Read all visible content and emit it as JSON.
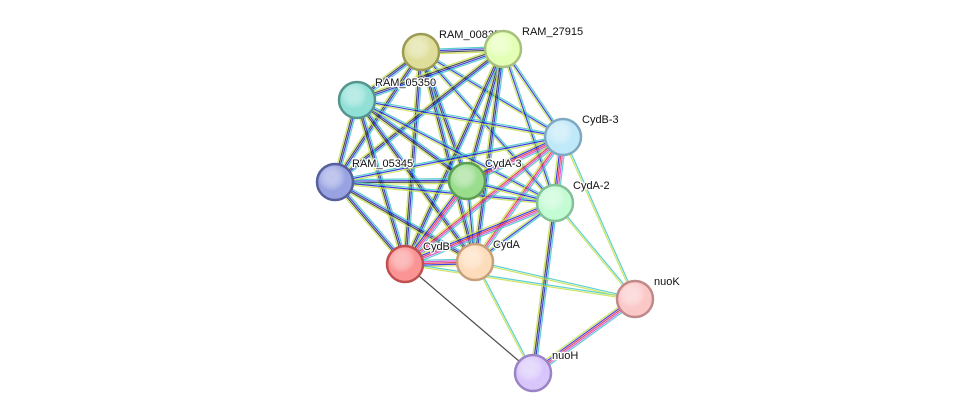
{
  "network": {
    "nodes": [
      {
        "id": "RAM_00835",
        "label": "RAM_00835",
        "fill": "#dedd99",
        "stroke": "#9c9b55"
      },
      {
        "id": "RAM_27915",
        "label": "RAM_27915",
        "fill": "#e3ffb5",
        "stroke": "#a7c07c"
      },
      {
        "id": "RAM_05350",
        "label": "RAM_05350",
        "fill": "#90e0d6",
        "stroke": "#55958d"
      },
      {
        "id": "CydB-3",
        "label": "CydB-3",
        "fill": "#bfe8f8",
        "stroke": "#7fa9c2"
      },
      {
        "id": "RAM_05345",
        "label": "RAM_05345",
        "fill": "#99a3e2",
        "stroke": "#55609c"
      },
      {
        "id": "CydA-3",
        "label": "CydA-3",
        "fill": "#99dd8d",
        "stroke": "#5c9e52"
      },
      {
        "id": "CydA-2",
        "label": "CydA-2",
        "fill": "#c3fbd3",
        "stroke": "#84c095"
      },
      {
        "id": "CydB",
        "label": "CydB",
        "fill": "#fb9494",
        "stroke": "#c04f4f"
      },
      {
        "id": "CydA",
        "label": "CydA",
        "fill": "#fddcbb",
        "stroke": "#c7a07a"
      },
      {
        "id": "nuoK",
        "label": "nuoK",
        "fill": "#fbc8c8",
        "stroke": "#c08989"
      },
      {
        "id": "nuoH",
        "label": "nuoH",
        "fill": "#d8c6fb",
        "stroke": "#9a84c6"
      }
    ],
    "edges": [
      {
        "source": "RAM_00835",
        "target": "RAM_27915",
        "evidence": [
          "#3fc7c7",
          "#1f1fd6",
          "#2f2f2f",
          "#c6e04a"
        ]
      },
      {
        "source": "RAM_00835",
        "target": "RAM_05350",
        "evidence": [
          "#3fc7c7",
          "#1f1fd6",
          "#2f2f2f",
          "#c6e04a"
        ]
      },
      {
        "source": "RAM_00835",
        "target": "RAM_05345",
        "evidence": [
          "#3fc7c7",
          "#1f1fd6",
          "#2f2f2f",
          "#c6e04a"
        ]
      },
      {
        "source": "RAM_00835",
        "target": "CydA-3",
        "evidence": [
          "#3fc7c7",
          "#1f1fd6",
          "#2f2f2f",
          "#c6e04a"
        ]
      },
      {
        "source": "RAM_00835",
        "target": "CydB",
        "evidence": [
          "#3fc7c7",
          "#1f1fd6",
          "#2f2f2f",
          "#c6e04a"
        ]
      },
      {
        "source": "RAM_00835",
        "target": "CydA",
        "evidence": [
          "#3fc7c7",
          "#1f1fd6",
          "#2f2f2f",
          "#c6e04a"
        ]
      },
      {
        "source": "RAM_00835",
        "target": "CydB-3",
        "evidence": [
          "#3fc7c7",
          "#1f1fd6",
          "#c6e04a"
        ]
      },
      {
        "source": "RAM_00835",
        "target": "CydA-2",
        "evidence": [
          "#3fc7c7",
          "#1f1fd6",
          "#c6e04a"
        ]
      },
      {
        "source": "RAM_27915",
        "target": "RAM_05350",
        "evidence": [
          "#3fc7c7",
          "#1f1fd6",
          "#2f2f2f",
          "#c6e04a"
        ]
      },
      {
        "source": "RAM_27915",
        "target": "RAM_05345",
        "evidence": [
          "#3fc7c7",
          "#1f1fd6",
          "#2f2f2f",
          "#c6e04a"
        ]
      },
      {
        "source": "RAM_27915",
        "target": "CydA-3",
        "evidence": [
          "#3fc7c7",
          "#1f1fd6",
          "#2f2f2f",
          "#c6e04a"
        ]
      },
      {
        "source": "RAM_27915",
        "target": "CydB",
        "evidence": [
          "#3fc7c7",
          "#1f1fd6",
          "#2f2f2f",
          "#c6e04a"
        ]
      },
      {
        "source": "RAM_27915",
        "target": "CydA",
        "evidence": [
          "#3fc7c7",
          "#1f1fd6",
          "#2f2f2f",
          "#c6e04a"
        ]
      },
      {
        "source": "RAM_27915",
        "target": "CydB-3",
        "evidence": [
          "#3fc7c7",
          "#1f1fd6",
          "#c6e04a"
        ]
      },
      {
        "source": "RAM_27915",
        "target": "CydA-2",
        "evidence": [
          "#3fc7c7",
          "#1f1fd6",
          "#c6e04a"
        ]
      },
      {
        "source": "RAM_05350",
        "target": "RAM_05345",
        "evidence": [
          "#3fc7c7",
          "#1f1fd6",
          "#2f2f2f",
          "#c6e04a"
        ]
      },
      {
        "source": "RAM_05350",
        "target": "CydA-3",
        "evidence": [
          "#3fc7c7",
          "#1f1fd6",
          "#2f2f2f",
          "#c6e04a"
        ]
      },
      {
        "source": "RAM_05350",
        "target": "CydB",
        "evidence": [
          "#3fc7c7",
          "#1f1fd6",
          "#2f2f2f",
          "#c6e04a"
        ]
      },
      {
        "source": "RAM_05350",
        "target": "CydA",
        "evidence": [
          "#3fc7c7",
          "#1f1fd6",
          "#2f2f2f",
          "#c6e04a"
        ]
      },
      {
        "source": "RAM_05350",
        "target": "CydB-3",
        "evidence": [
          "#3fc7c7",
          "#1f1fd6",
          "#c6e04a"
        ]
      },
      {
        "source": "RAM_05350",
        "target": "CydA-2",
        "evidence": [
          "#3fc7c7",
          "#1f1fd6",
          "#c6e04a"
        ]
      },
      {
        "source": "RAM_05345",
        "target": "CydA-3",
        "evidence": [
          "#3fc7c7",
          "#1f1fd6",
          "#2f2f2f",
          "#c6e04a"
        ]
      },
      {
        "source": "RAM_05345",
        "target": "CydB",
        "evidence": [
          "#3fc7c7",
          "#1f1fd6",
          "#2f2f2f",
          "#c6e04a"
        ]
      },
      {
        "source": "RAM_05345",
        "target": "CydA",
        "evidence": [
          "#3fc7c7",
          "#1f1fd6",
          "#2f2f2f",
          "#c6e04a"
        ]
      },
      {
        "source": "RAM_05345",
        "target": "CydB-3",
        "evidence": [
          "#3fc7c7",
          "#1f1fd6",
          "#c6e04a"
        ]
      },
      {
        "source": "RAM_05345",
        "target": "CydA-2",
        "evidence": [
          "#3fc7c7",
          "#1f1fd6",
          "#c6e04a"
        ]
      },
      {
        "source": "CydB-3",
        "target": "CydA-3",
        "evidence": [
          "#3fc7c7",
          "#d43fd4",
          "#e0293a",
          "#1f1fd6",
          "#c6e04a"
        ]
      },
      {
        "source": "CydB-3",
        "target": "CydA-2",
        "evidence": [
          "#3fc7c7",
          "#d43fd4",
          "#e0293a",
          "#1f1fd6",
          "#c6e04a"
        ]
      },
      {
        "source": "CydB-3",
        "target": "CydB",
        "evidence": [
          "#3fc7c7",
          "#d43fd4",
          "#e0293a",
          "#c6e04a"
        ]
      },
      {
        "source": "CydB-3",
        "target": "CydA",
        "evidence": [
          "#3fc7c7",
          "#d43fd4",
          "#e0293a",
          "#c6e04a"
        ]
      },
      {
        "source": "CydB-3",
        "target": "nuoK",
        "evidence": [
          "#3fc7c7",
          "#c6e04a"
        ]
      },
      {
        "source": "CydA-3",
        "target": "CydA-2",
        "evidence": [
          "#3fc7c7",
          "#1f1fd6",
          "#c6e04a"
        ]
      },
      {
        "source": "CydA-3",
        "target": "CydB",
        "evidence": [
          "#3fc7c7",
          "#d43fd4",
          "#e0293a",
          "#1f1fd6",
          "#c6e04a"
        ]
      },
      {
        "source": "CydA-3",
        "target": "CydA",
        "evidence": [
          "#3fc7c7",
          "#1f1fd6",
          "#c6e04a"
        ]
      },
      {
        "source": "CydA-2",
        "target": "CydB",
        "evidence": [
          "#3fc7c7",
          "#d43fd4",
          "#e0293a",
          "#1f1fd6",
          "#c6e04a"
        ]
      },
      {
        "source": "CydA-2",
        "target": "CydA",
        "evidence": [
          "#3fc7c7",
          "#1f1fd6",
          "#c6e04a"
        ]
      },
      {
        "source": "CydA-2",
        "target": "nuoK",
        "evidence": [
          "#3fc7c7",
          "#c6e04a"
        ]
      },
      {
        "source": "CydA-2",
        "target": "nuoH",
        "evidence": [
          "#3fc7c7",
          "#1f1fd6",
          "#2f2f2f",
          "#c6e04a"
        ]
      },
      {
        "source": "CydB",
        "target": "CydA",
        "evidence": [
          "#3fc7c7",
          "#d43fd4",
          "#e0293a",
          "#1f1fd6",
          "#c6e04a"
        ]
      },
      {
        "source": "CydB",
        "target": "nuoK",
        "evidence": [
          "#3fc7c7",
          "#c6e04a"
        ]
      },
      {
        "source": "CydB",
        "target": "nuoH",
        "evidence": [
          "#2f2f2f"
        ]
      },
      {
        "source": "CydA",
        "target": "nuoK",
        "evidence": [
          "#3fc7c7",
          "#c6e04a"
        ]
      },
      {
        "source": "CydA",
        "target": "nuoH",
        "evidence": [
          "#3fc7c7",
          "#c6e04a"
        ]
      },
      {
        "source": "nuoK",
        "target": "nuoH",
        "evidence": [
          "#3fc7c7",
          "#d43fd4",
          "#e0293a",
          "#1f1fd6",
          "#c6e04a"
        ]
      }
    ]
  }
}
